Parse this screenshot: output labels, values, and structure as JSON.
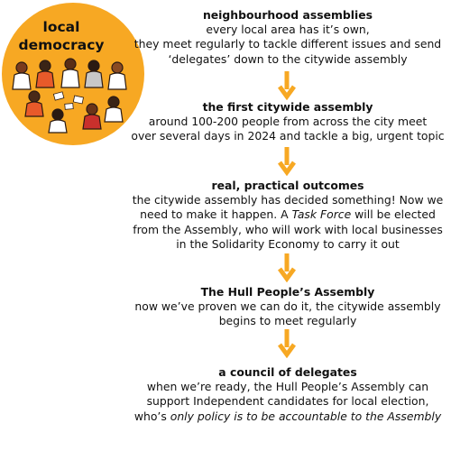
{
  "logo": {
    "line1": "local",
    "line2": "democracy",
    "color": "#f7a823"
  },
  "arrow_color": "#f7a823",
  "steps": [
    {
      "title": "neighbourhood assemblies",
      "lines": [
        "every local area has it’s own,",
        "they meet regularly to tackle different issues and send",
        "‘delegates’ down to the citywide assembly"
      ]
    },
    {
      "title": "the first citywide assembly",
      "lines": [
        "around 100-200 people from across the city meet",
        "over several days in 2024 and tackle a big, urgent topic"
      ]
    },
    {
      "title": "real, practical outcomes",
      "lines": [
        "the citywide assembly has decided something! Now we",
        "need to make it happen. A ",
        "Task Force",
        " will be elected",
        "from the Assembly, who will work with local businesses",
        "in the Solidarity Economy to carry it out"
      ]
    },
    {
      "title": "The Hull People’s Assembly",
      "lines": [
        "now we’ve proven we can do it, the citywide assembly",
        "begins to meet regularly"
      ]
    },
    {
      "title": "a council of delegates",
      "lines": [
        "when we’re ready, the Hull People’s Assembly can",
        "support Independent candidates for local election,",
        "who’s ",
        "only policy is to be accountable to the Assembly"
      ]
    }
  ]
}
